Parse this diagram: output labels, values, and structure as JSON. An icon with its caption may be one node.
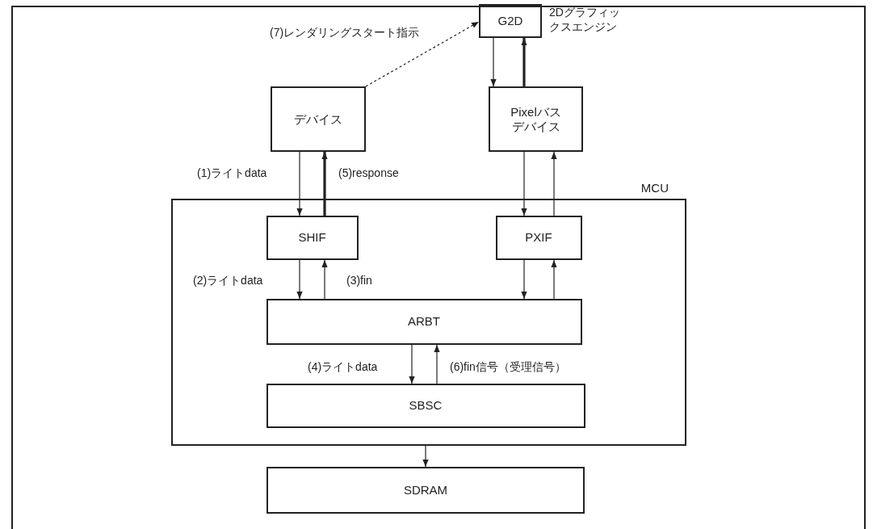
{
  "diagram": {
    "nodes": [
      {
        "text": [
          "G2D"
        ],
        "beside": [
          "2Dグラフィックスエンジン"
        ]
      },
      {
        "text": [
          "デバイス"
        ]
      },
      {
        "text": [
          "Pixelバスデバイス"
        ]
      },
      {
        "text": [
          "MCU"
        ]
      },
      {
        "text": [
          "SHIF"
        ],
        "in": 3
      },
      {
        "text": [
          "PXIF"
        ],
        "in": 3
      },
      {
        "text": [
          "ARBT"
        ],
        "in": 3
      },
      {
        "text": [
          "SBSC"
        ],
        "in": 3
      },
      {
        "text": [
          "SDRAM"
        ]
      }
    ],
    "edges": [
      {
        "from": 1,
        "to": 0,
        "arrow": "to",
        "style": "dashed",
        "label": "(7)レンダリングスタート指示"
      },
      {
        "from": 0,
        "to": 2,
        "arrow": "to"
      },
      {
        "from": 2,
        "to": 0,
        "arrow": "to",
        "style": "thick"
      },
      {
        "from": 1,
        "to": 4,
        "arrow": "to",
        "label": "(1)ライトdata"
      },
      {
        "from": 4,
        "to": 1,
        "arrow": "to",
        "style": "thick",
        "label": "(5)response"
      },
      {
        "from": 2,
        "to": 5,
        "arrow": "to"
      },
      {
        "from": 5,
        "to": 2,
        "arrow": "to"
      },
      {
        "from": 4,
        "to": 6,
        "arrow": "to",
        "label": "(2)ライトdata"
      },
      {
        "from": 6,
        "to": 4,
        "arrow": "to",
        "label": "(3)fin"
      },
      {
        "from": 5,
        "to": 6,
        "arrow": "to"
      },
      {
        "from": 6,
        "to": 5,
        "arrow": "to"
      },
      {
        "from": 6,
        "to": 7,
        "arrow": "to",
        "label": "(4)ライトdata"
      },
      {
        "from": 7,
        "to": 6,
        "arrow": "to",
        "label": "(6)fin信号（受理信号）"
      },
      {
        "from": 3,
        "to": 8,
        "arrow": "to"
      }
    ]
  }
}
